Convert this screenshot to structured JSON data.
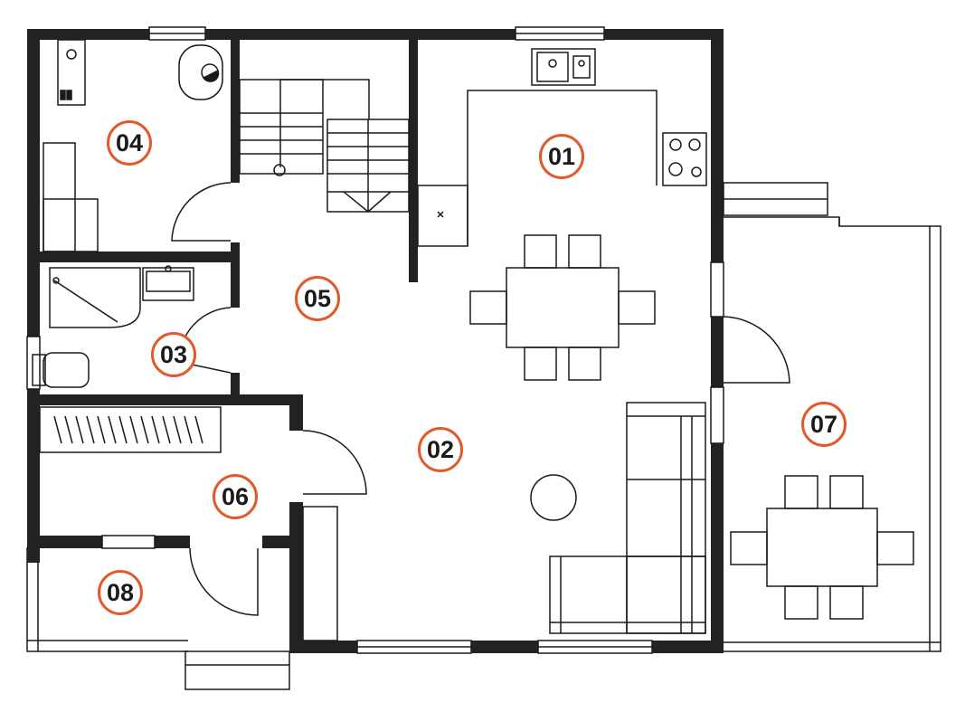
{
  "colors": {
    "wall": "#222222",
    "line": "#1a1a1a",
    "accent": "#e25a2b",
    "background": "#ffffff"
  },
  "plan": {
    "rooms": [
      {
        "id": "r01",
        "label": "01"
      },
      {
        "id": "r02",
        "label": "02"
      },
      {
        "id": "r03",
        "label": "03"
      },
      {
        "id": "r04",
        "label": "04"
      },
      {
        "id": "r05",
        "label": "05"
      },
      {
        "id": "r06",
        "label": "06"
      },
      {
        "id": "r07",
        "label": "07"
      },
      {
        "id": "r08",
        "label": "08"
      }
    ]
  }
}
